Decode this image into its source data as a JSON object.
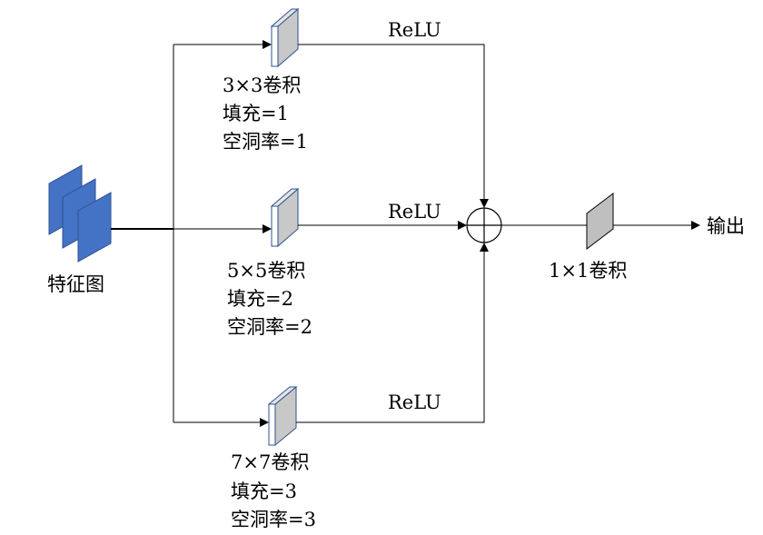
{
  "input": {
    "label": "特征图",
    "fill_color": "#4472C4",
    "stroke_color": "#2F528F"
  },
  "branches": [
    {
      "activation": "ReLU",
      "conv": "3×3卷积",
      "padding": "填充=1",
      "dilation": "空洞率=1"
    },
    {
      "activation": "ReLU",
      "conv": "5×5卷积",
      "padding": "填充=2",
      "dilation": "空洞率=2"
    },
    {
      "activation": "ReLU",
      "conv": "7×7卷积",
      "padding": "填充=3",
      "dilation": "空洞率=3"
    }
  ],
  "fusion": {
    "symbol": "add-circle"
  },
  "final_conv": {
    "label": "1×1卷积",
    "fill_color": "#BFBFBF"
  },
  "output": {
    "label": "输出"
  },
  "colors": {
    "line": "#000000",
    "conv_block_front": "#FFFFFF",
    "conv_block_side": "#C8C8C8",
    "conv_block_edge": "#2F528F"
  }
}
